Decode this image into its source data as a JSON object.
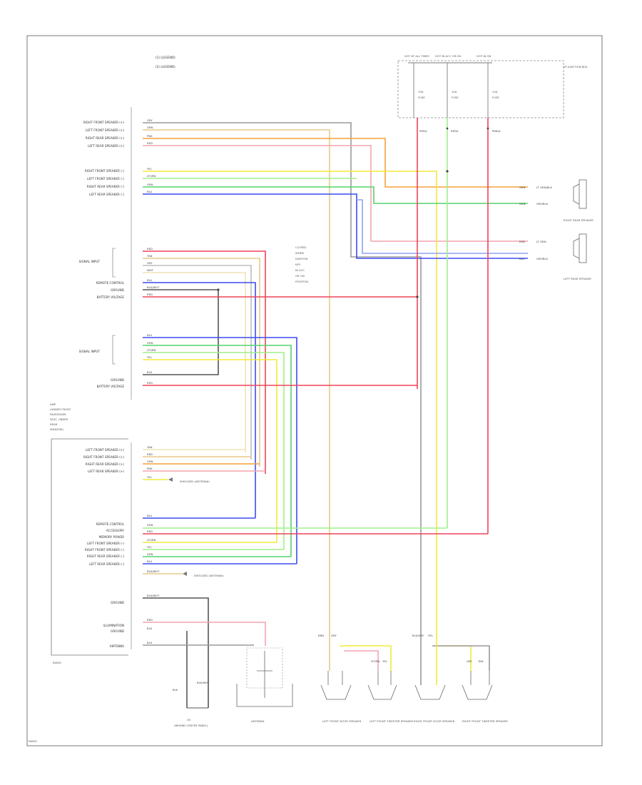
{
  "legend": {
    "line1": "(1) (LEGEND)",
    "line2": "(2) (LEGEND)"
  },
  "fuse_box": {
    "fuses": [
      {
        "top": "HOT AT ALL TIMES",
        "rating": "15A",
        "name": "FUSE"
      },
      {
        "top": "HOT IN ACC OR ON",
        "rating": "10A",
        "name": "FUSE"
      },
      {
        "top": "HOT IN ON",
        "rating": "10A",
        "name": "FUSE"
      }
    ],
    "label": "I/P JUNCTION BOX",
    "wires": [
      "RED/L",
      "RED/L",
      "PINK/L"
    ]
  },
  "amp_connector_top": {
    "labels": [
      "RIGHT FRONT SPEAKER (+)",
      "LEFT FRONT SPEAKER (+)",
      "RIGHT REAR SPEAKER (+)",
      "LEFT REAR SPEAKER (+)",
      "RIGHT FRONT SPEAKER (-)",
      "LEFT FRONT SPEAKER (-)",
      "RIGHT REAR SPEAKER (-)",
      "LEFT REAR SPEAKER (-)"
    ],
    "codes": [
      "GRY",
      "ORN",
      "PNK",
      "RED",
      "YEL",
      "LTGRN",
      "GRN",
      "BLU"
    ]
  },
  "signal_input_1": {
    "label": "SIGNAL INPUT",
    "extra": [
      "REMOTE CONTROL",
      "GROUND",
      "BATTERY VOLTAGE"
    ],
    "codes": [
      "RED",
      "TAN",
      "GRY",
      "WHT",
      "BLU",
      "BLK/WHT",
      "RED"
    ]
  },
  "signal_input_2": {
    "label": "SIGNAL INPUT",
    "extra": [
      "GROUND",
      "BATTERY VOLTAGE"
    ],
    "codes": [
      "BLU",
      "GRN",
      "LTGRN",
      "YEL",
      "BLK",
      "RED"
    ]
  },
  "note_middle": [
    "CLOSED",
    "WHEN",
    "IGNITION",
    "KEY",
    "IN ACC",
    "OR ON",
    "POSITION"
  ],
  "radio_note": [
    "AMP",
    "(UNDER FRONT",
    "PASSENGER",
    "SEAT, UNDER",
    "REAR",
    "WINDOW)"
  ],
  "radio_box": {
    "label": "RADIO",
    "group1": [
      "LEFT FRONT SPEAKER (+)",
      "RIGHT FRONT SPEAKER (+)",
      "RIGHT REAR SPEAKER (+)",
      "LEFT REAR SPEAKER (+)"
    ],
    "group1_codes": [
      "TAN",
      "RED",
      "ORN",
      "PNK",
      "YEL"
    ],
    "shield1": "SHIELDED (ANTENNA)",
    "group2": [
      "REMOTE CONTROL",
      "ACCESSORY",
      "MEMORY POWER",
      "LEFT FRONT SPEAKER (-)",
      "RIGHT FRONT SPEAKER (-)",
      "RIGHT REAR SPEAKER (-)",
      "LEFT REAR SPEAKER (-)"
    ],
    "group2_codes": [
      "BLU",
      "GRN",
      "RED",
      "LTGRN",
      "YEL",
      "GRN",
      "BLU",
      "BLK/WHT"
    ],
    "shield2": "SHIELDED (ANTENNA)",
    "ground": "GROUND",
    "illum": [
      "ILLUMINATION",
      "GROUND"
    ],
    "antenna": "ANTENNA",
    "ground_codes": [
      "BLK/WHT",
      "RED",
      "BLK",
      "BLK"
    ]
  },
  "rear_speakers": [
    {
      "name": "RIGHT REAR SPEAKER",
      "codes": [
        "GRN",
        "GRN"
      ],
      "wires": [
        "LT GRN/BLK",
        "GRY/BLK"
      ]
    },
    {
      "name": "LEFT REAR SPEAKER",
      "codes": [
        "RED",
        "BLU"
      ],
      "wires": [
        "LT GRN",
        "GRY/BLK"
      ]
    }
  ],
  "bottom_components": [
    {
      "name": "G5",
      "sub": "(BEHIND CENTER PANEL)"
    },
    {
      "name": "ANTENNA"
    },
    {
      "name": "LEFT FRONT DOOR SPEAKER"
    },
    {
      "name": "LEFT FRONT TWEETER SPEAKER"
    },
    {
      "name": "RIGHT FRONT DOOR SPEAKER"
    },
    {
      "name": "RIGHT FRONT TWEETER SPEAKER"
    }
  ],
  "bottom_wire_codes": [
    "BRN",
    "GRY",
    "LTGRN",
    "YEL",
    "BLK/GRY",
    "YEL",
    "GRY",
    "TAN"
  ],
  "footer": "RADIO",
  "colors": {
    "gray": "#9a9a9a",
    "dark": "#555555",
    "yellow": "#f2ea3a",
    "tan": "#e9c98a",
    "orange": "#f6a13a",
    "pink": "#f4a3b0",
    "red": "#f0445a",
    "green": "#53d46b",
    "blue": "#3b4cf0",
    "lightgreen": "#9ff08a",
    "lightblue": "#8ea3f0",
    "wheat": "#f2e3b6"
  }
}
